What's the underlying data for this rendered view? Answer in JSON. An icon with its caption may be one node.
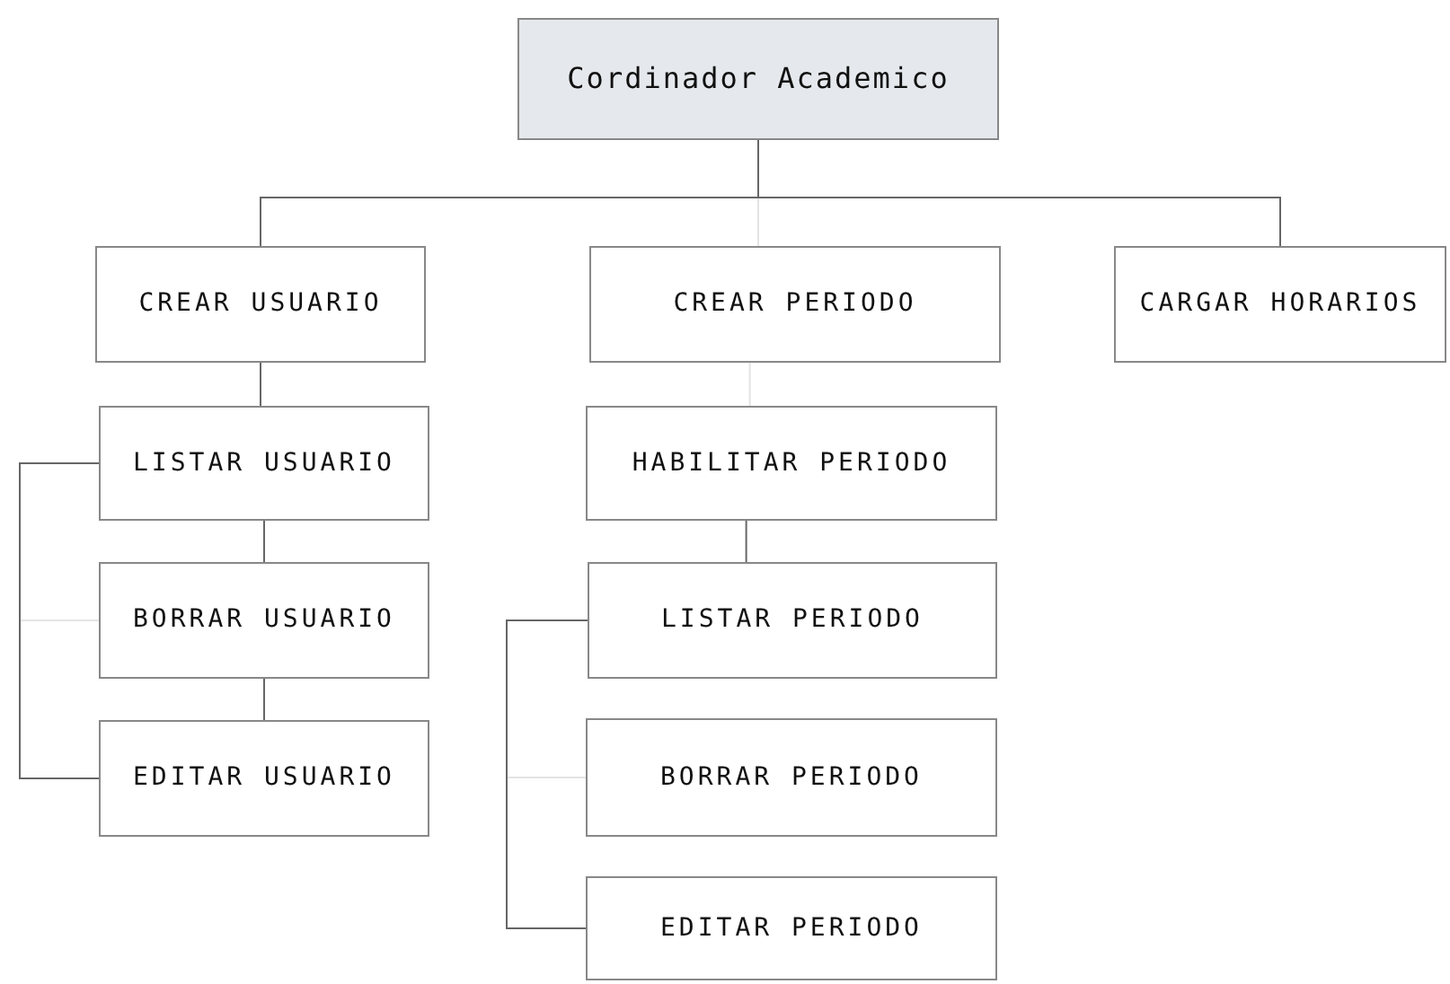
{
  "diagram": {
    "nodes": [
      {
        "text": [
          "Cordinador Academico"
        ]
      },
      {
        "text": [
          "CREAR USUARIO"
        ]
      },
      {
        "text": [
          "CREAR PERIODO"
        ]
      },
      {
        "text": [
          "CARGAR HORARIOS"
        ]
      },
      {
        "text": [
          "LISTAR USUARIO"
        ]
      },
      {
        "text": [
          "BORRAR USUARIO"
        ]
      },
      {
        "text": [
          "EDITAR USUARIO"
        ]
      },
      {
        "text": [
          "HABILITAR PERIODO"
        ]
      },
      {
        "text": [
          "LISTAR PERIODO"
        ]
      },
      {
        "text": [
          "BORRAR PERIODO"
        ]
      },
      {
        "text": [
          "EDITAR PERIODO"
        ]
      }
    ],
    "edges": [
      {
        "from": 0,
        "to": 1,
        "arrow": "none"
      },
      {
        "from": 0,
        "to": 2,
        "arrow": "none",
        "color": "#e4e4e4"
      },
      {
        "from": 0,
        "to": 3,
        "arrow": "none"
      },
      {
        "from": 1,
        "to": 4,
        "arrow": "none"
      },
      {
        "from": 4,
        "to": 5,
        "arrow": "none"
      },
      {
        "from": 5,
        "to": 6,
        "arrow": "none"
      },
      {
        "from": 4,
        "to": 5,
        "arrow": "none",
        "color": "#e4e4e4"
      },
      {
        "from": 4,
        "to": 6,
        "arrow": "none"
      },
      {
        "from": 2,
        "to": 7,
        "arrow": "none",
        "color": "#e4e4e4"
      },
      {
        "from": 7,
        "to": 8,
        "arrow": "none"
      },
      {
        "from": 8,
        "to": 9,
        "arrow": "none",
        "color": "#e4e4e4"
      },
      {
        "from": 8,
        "to": 10,
        "arrow": "none"
      }
    ]
  }
}
